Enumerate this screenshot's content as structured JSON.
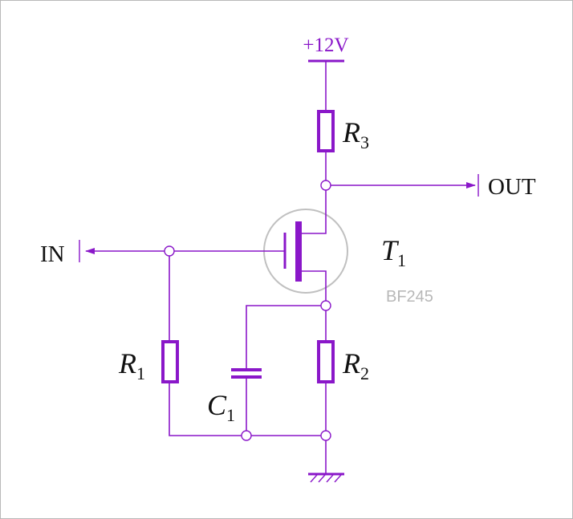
{
  "labels": {
    "supply": "+12V",
    "output": "OUT",
    "input": "IN",
    "transistor": {
      "base": "T",
      "sub": "1"
    },
    "part_number": "BF245",
    "r3": {
      "base": "R",
      "sub": "3"
    },
    "r2": {
      "base": "R",
      "sub": "2"
    },
    "r1": {
      "base": "R",
      "sub": "1"
    },
    "c1": {
      "base": "C",
      "sub": "1"
    }
  },
  "colors": {
    "wire": "#8a17c9",
    "supply_text": "#8a17c9",
    "label_text": "#111111",
    "part_number_text": "#b8b8b8",
    "transistor_circle": "#c0c0c0",
    "frame_border": "#b8b8b8"
  }
}
